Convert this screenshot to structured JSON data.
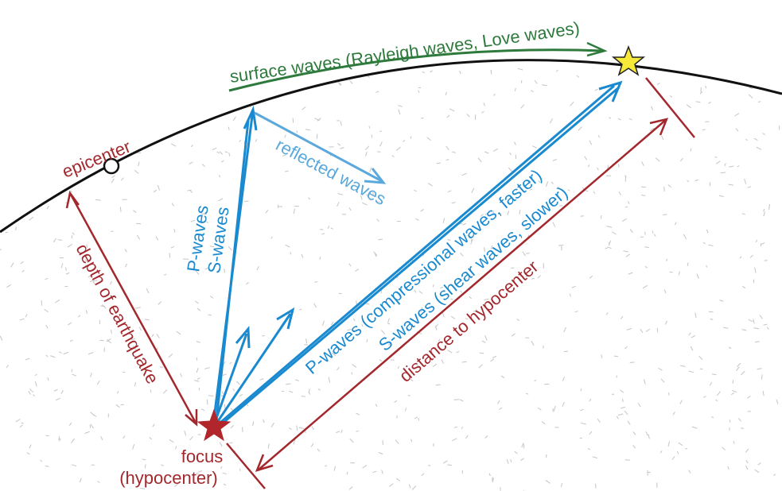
{
  "labels": {
    "surface_waves": "surface waves (Rayleigh waves, Love waves)",
    "epicenter": "epicenter",
    "reflected_waves": "reflected waves",
    "p_waves_short": "P-waves",
    "s_waves_short": "S-waves",
    "p_waves_long": "P-waves (compressional waves, faster)",
    "s_waves_long": "S-waves (shear waves, slower)",
    "depth": "depth of earthquake",
    "distance": "distance to hypocenter",
    "focus": "focus",
    "hypocenter": "(hypocenter)"
  },
  "colors": {
    "ground_line": "#111111",
    "wave_blue": "#1a8ad0",
    "reflected_blue": "#5aa8dc",
    "surface_green": "#2e7a3c",
    "measure_red": "#a3282d",
    "focus_star": "#b0262b",
    "station_star": "#f6e93a",
    "texture": "#c4c4c4"
  }
}
